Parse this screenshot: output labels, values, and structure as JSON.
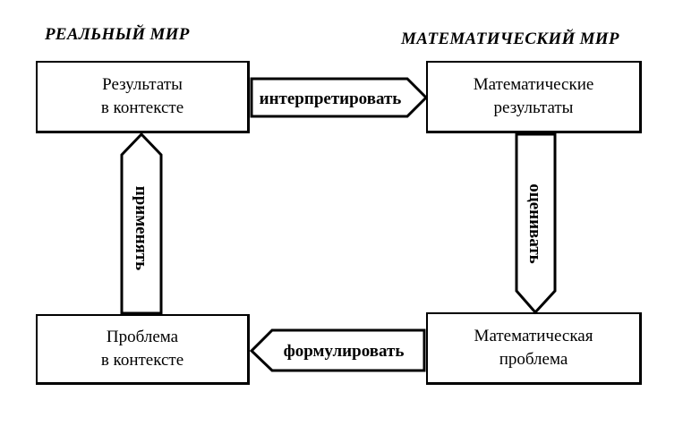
{
  "headings": {
    "real_world": "РЕАЛЬНЫЙ МИР",
    "math_world": "МАТЕМАТИЧЕСКИЙ МИР"
  },
  "boxes": {
    "results_in_context": {
      "line1": "Результаты",
      "line2": "в контексте"
    },
    "math_results": {
      "line1": "Математические",
      "line2": "результаты"
    },
    "problem_in_context": {
      "line1": "Проблема",
      "line2": "в контексте"
    },
    "math_problem": {
      "line1": "Математическая",
      "line2": "проблема"
    }
  },
  "arrows": {
    "interpret": "интерпретировать",
    "evaluate": "оценивать",
    "formulate": "формулировать",
    "apply": "применять"
  }
}
